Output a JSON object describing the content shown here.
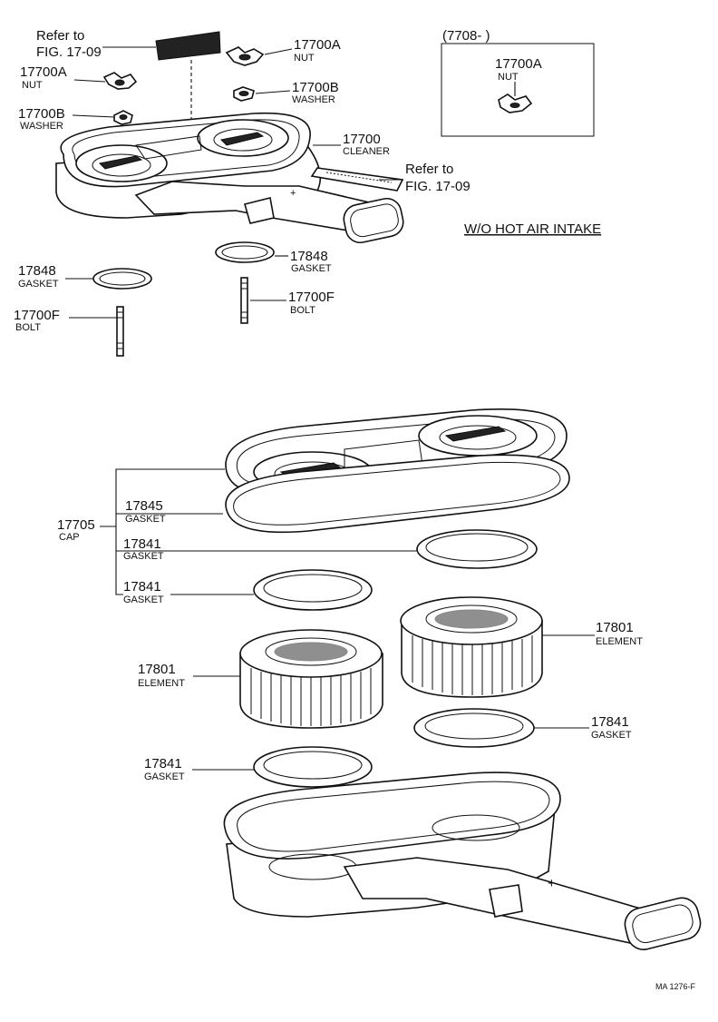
{
  "labels": {
    "refer_top": {
      "line1": "Refer to",
      "line2": "FIG. 17-09"
    },
    "nut_top_right": {
      "num": "17700A",
      "name": "NUT"
    },
    "nut_left": {
      "num": "17700A",
      "name": "NUT"
    },
    "washer_right": {
      "num": "17700B",
      "name": "WASHER"
    },
    "washer_left": {
      "num": "17700B",
      "name": "WASHER"
    },
    "cleaner": {
      "num": "17700",
      "name": "CLEANER"
    },
    "refer_mid": {
      "line1": "Refer to",
      "line2": "FIG. 17-09"
    },
    "gasket_right_top": {
      "num": "17848",
      "name": "GASKET"
    },
    "gasket_left_top": {
      "num": "17848",
      "name": "GASKET"
    },
    "bolt_right": {
      "num": "17700F",
      "name": "BOLT"
    },
    "bolt_left": {
      "num": "17700F",
      "name": "BOLT"
    },
    "cap": {
      "num": "17705",
      "name": "CAP"
    },
    "cap_gasket_17845": {
      "num": "17845",
      "name": "GASKET"
    },
    "cap_gasket_17841_a": {
      "num": "17841",
      "name": "GASKET"
    },
    "cap_gasket_17841_b": {
      "num": "17841",
      "name": "GASKET"
    },
    "element_right": {
      "num": "17801",
      "name": "ELEMENT"
    },
    "element_left": {
      "num": "17801",
      "name": "ELEMENT"
    },
    "gasket_right_low": {
      "num": "17841",
      "name": "GASKET"
    },
    "gasket_left_low": {
      "num": "17841",
      "name": "GASKET"
    }
  },
  "inset": {
    "header": "(7708-        )",
    "nut": {
      "num": "17700A",
      "name": "NUT"
    }
  },
  "note": "W/O HOT AIR INTAKE",
  "drawing_code": "MA 1276-F",
  "colors": {
    "ink": "#111111",
    "paper": "#ffffff"
  }
}
